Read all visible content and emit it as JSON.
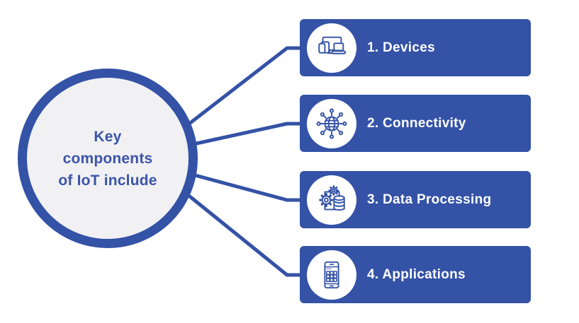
{
  "hub": {
    "title": "Key components of IoT include",
    "title_lines": [
      "Key",
      "components",
      "of IoT include"
    ]
  },
  "items": [
    {
      "label": "1. Devices",
      "icon": "devices-icon"
    },
    {
      "label": "2. Connectivity",
      "icon": "connectivity-icon"
    },
    {
      "label": "3. Data Processing",
      "icon": "data-processing-icon"
    },
    {
      "label": "4. Applications",
      "icon": "applications-icon"
    }
  ],
  "colors": {
    "accent": "#3452A6",
    "hub-fill": "#F1F1F3",
    "title": "#3B54A8",
    "item-text": "#FFFFFF"
  }
}
